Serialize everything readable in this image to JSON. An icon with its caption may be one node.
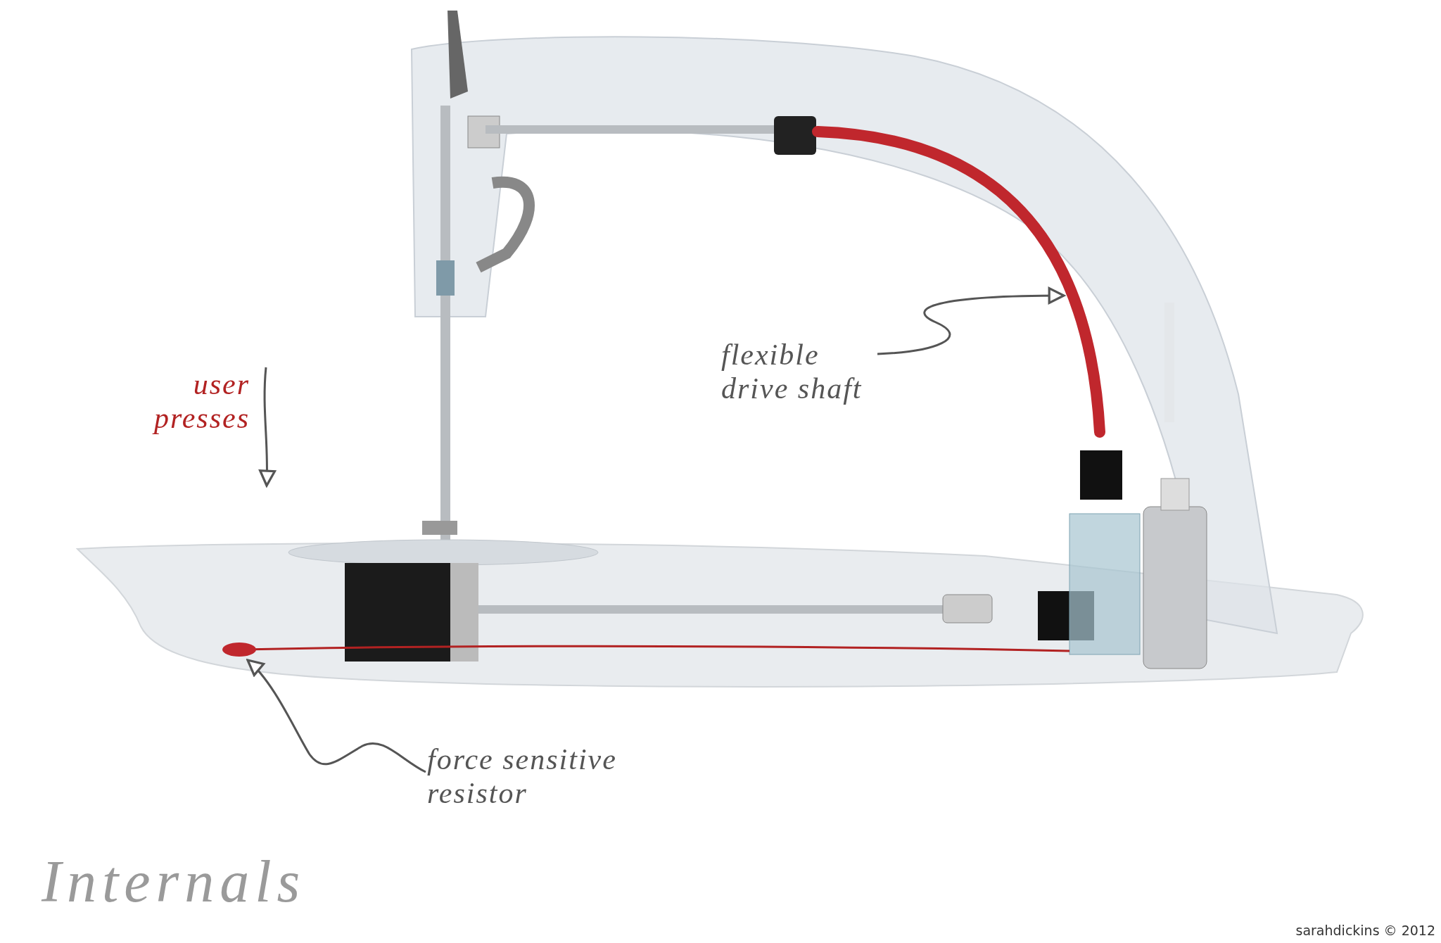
{
  "diagram": {
    "title": "Internals",
    "nodes": [
      {
        "text": [
          "flexible drive shaft"
        ]
      },
      {
        "text": [],
        "shape": "bar"
      },
      {
        "text": [
          "force sensitive resistor"
        ]
      },
      {
        "text": [],
        "shape": "circle"
      }
    ],
    "edges": [
      {
        "from": 0,
        "to": 1,
        "arrow": "to"
      },
      {
        "from": 2,
        "to": 3,
        "arrow": "to"
      }
    ],
    "labels": [
      "user presses",
      "sarahdickins © 2012"
    ]
  }
}
